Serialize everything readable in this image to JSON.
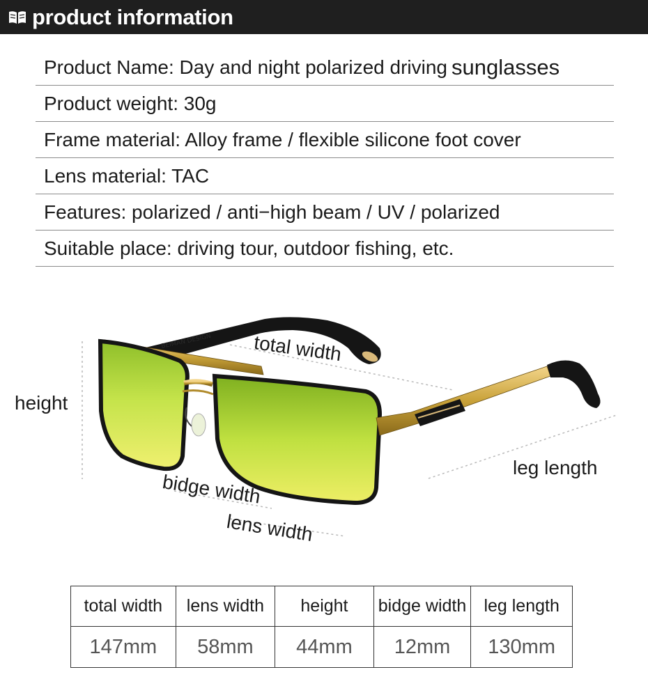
{
  "header": {
    "title": "product information",
    "icon": "book-icon"
  },
  "specs": [
    {
      "label": "Product Name: Day and night polarized driving",
      "suffix": "sunglasses"
    },
    {
      "label": "Product weight: 30g"
    },
    {
      "label": "Frame material: Alloy frame / flexible silicone foot cover"
    },
    {
      "label": "Lens material: TAC"
    },
    {
      "label": "Features: polarized / anti−high beam / UV / polarized"
    },
    {
      "label": "Suitable place: driving tour, outdoor fishing, etc."
    }
  ],
  "diagram": {
    "total_width": "total width",
    "height": "height",
    "leg_length": "leg length",
    "bidge_width": "bidge width",
    "lens_width": "lens width",
    "temple_text": "BEIMAN DESIGN",
    "colors": {
      "lens": "#c4e34a",
      "frame": "#c9a23a",
      "rim": "#151515"
    }
  },
  "dimensions": {
    "headers": [
      "total width",
      "lens width",
      "height",
      "bidge width",
      "leg length"
    ],
    "values": [
      "147mm",
      "58mm",
      "44mm",
      "12mm",
      "130mm"
    ]
  }
}
